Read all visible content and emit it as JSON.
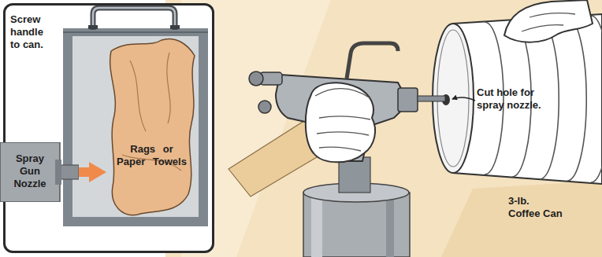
{
  "diagram": {
    "nodes": [
      {
        "text": [
          "Screw handle to can."
        ]
      },
      {
        "text": [
          "Spray Gun Nozzle"
        ],
        "in": 0
      },
      {
        "text": [
          "Rags or Paper Towels"
        ],
        "in": 0
      }
    ],
    "edges": [
      {
        "from": 1,
        "to": 2,
        "arrow": "to"
      }
    ],
    "labels": [
      "Cut hole for spray nozzle.",
      "3-lb. Coffee Can"
    ]
  }
}
